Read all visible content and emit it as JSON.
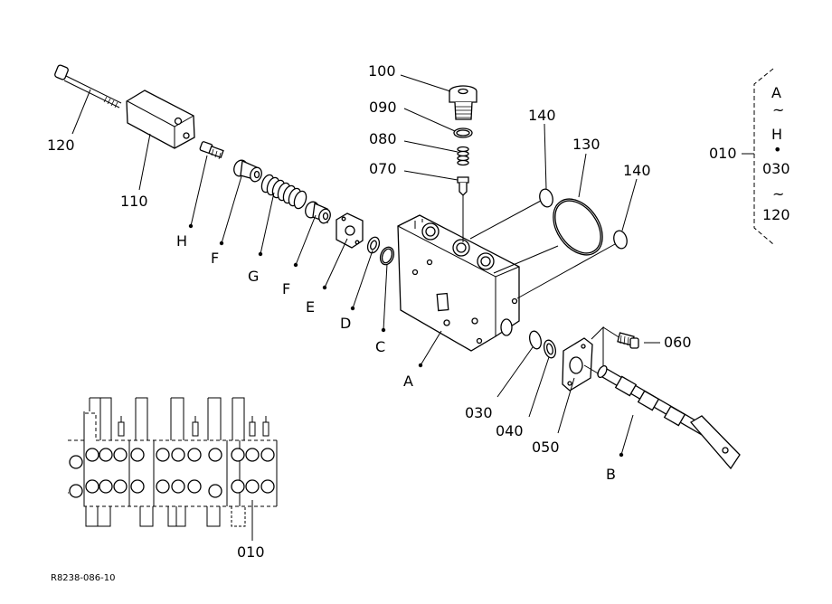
{
  "labels": {
    "p100": "100",
    "p090": "090",
    "p080": "080",
    "p070": "070",
    "p140a": "140",
    "p130": "130",
    "p140b": "140",
    "p120": "120",
    "p110": "110",
    "H": "H",
    "F1": "F",
    "G": "G",
    "F2": "F",
    "E": "E",
    "D": "D",
    "C": "C",
    "A": "A",
    "p030": "030",
    "p040": "040",
    "p050": "050",
    "p060": "060",
    "B": "B",
    "p010_assembly": "010"
  },
  "legend": {
    "code": "010",
    "row1": "A",
    "row2": "~",
    "row3": "H",
    "row4": "•",
    "row5": "030",
    "row6": "~",
    "row7": "120"
  },
  "drawing_code": "R8238-086-10"
}
